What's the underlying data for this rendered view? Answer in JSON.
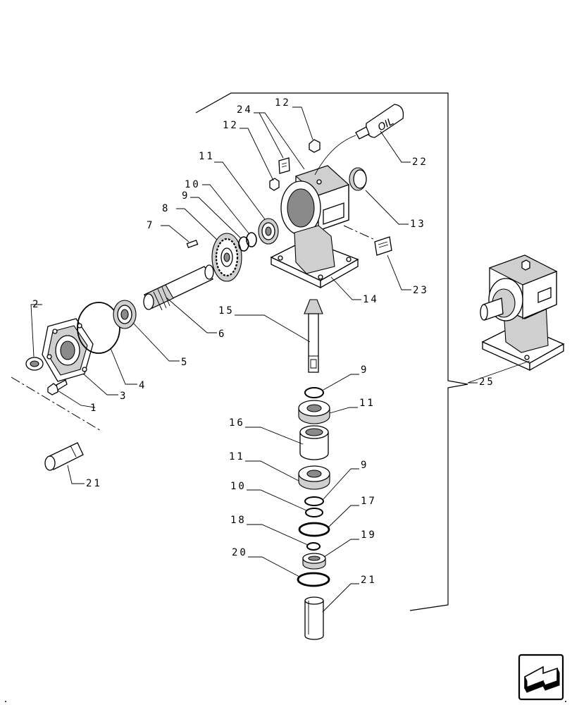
{
  "callouts": {
    "c1": "1",
    "c2": "2",
    "c3": "3",
    "c4": "4",
    "c5": "5",
    "c6": "6",
    "c7": "7",
    "c8": "8",
    "c9a": "9",
    "c9b": "9",
    "c9c": "9",
    "c10a": "10",
    "c10b": "10",
    "c11a": "11",
    "c11b": "11",
    "c11c": "11",
    "c12a": "12",
    "c12b": "12",
    "c13": "13",
    "c14": "14",
    "c15": "15",
    "c16": "16",
    "c17": "17",
    "c18": "18",
    "c19": "19",
    "c20": "20",
    "c21a": "21",
    "c21b": "21",
    "c22": "22",
    "c23": "23",
    "c24": "24",
    "c25": "25"
  },
  "oil_label": "OIL",
  "icons": {
    "nav": "next-page-arrow-icon"
  }
}
